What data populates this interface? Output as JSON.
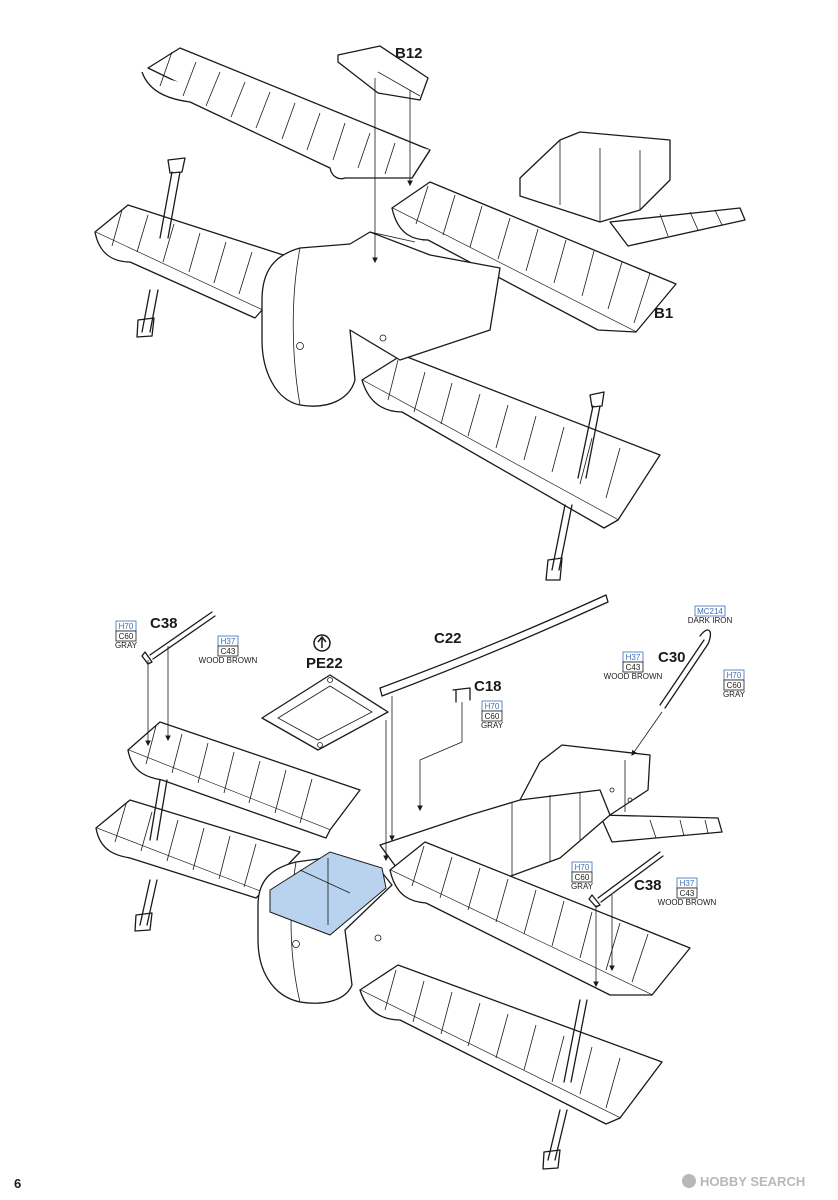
{
  "page_number": "6",
  "watermark": "HOBBY SEARCH",
  "colors": {
    "ink": "#1a1a1a",
    "callout_blue": "#3a6fb5",
    "highlight_blue": "#b9d3ee"
  },
  "step_upper": {
    "labels": {
      "b12": "B12",
      "b1": "B1"
    }
  },
  "step_lower": {
    "labels": {
      "c22": "C22",
      "c18": "C18",
      "c30": "C30",
      "c38_left": "C38",
      "c38_right": "C38",
      "pe22": "PE22"
    },
    "pe22_symbol": "photo-etch-part-icon",
    "paint": {
      "c38_left_a": {
        "code1": "H70",
        "code2": "C60",
        "name": "GRAY"
      },
      "c38_left_b": {
        "code1": "H37",
        "code2": "C43",
        "name": "WOOD BROWN"
      },
      "c18": {
        "code1": "H70",
        "code2": "C60",
        "name": "GRAY"
      },
      "c30_a": {
        "code1": "MC214",
        "name": "DARK IRON"
      },
      "c30_b": {
        "code1": "H37",
        "code2": "C43",
        "name": "WOOD BROWN"
      },
      "c30_c": {
        "code1": "H70",
        "code2": "C60",
        "name": "GRAY"
      },
      "c38_right_a": {
        "code1": "H70",
        "code2": "C60",
        "name": "GRAY"
      },
      "c38_right_b": {
        "code1": "H37",
        "code2": "C43",
        "name": "WOOD BROWN"
      }
    }
  }
}
